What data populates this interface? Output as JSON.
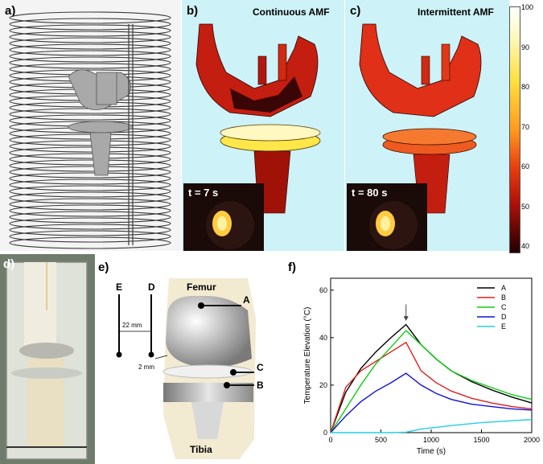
{
  "panels": {
    "a": {
      "label": "a)"
    },
    "b": {
      "label": "b)",
      "title": "Continuous AMF",
      "inset_time": "t = 7 s"
    },
    "c": {
      "label": "c)",
      "title": "Intermittent AMF",
      "inset_time": "t = 80 s"
    },
    "d": {
      "label": "d)"
    },
    "e": {
      "label": "e)",
      "femur": "Femur",
      "tibia": "Tibia",
      "dist1": "22 mm",
      "dist2": "2 mm",
      "probes": [
        "E",
        "D",
        "A",
        "C",
        "B"
      ]
    },
    "f": {
      "label": "f)"
    }
  },
  "colorbar": {
    "ticks": [
      "100",
      "90",
      "80",
      "70",
      "60",
      "50",
      "40"
    ]
  },
  "chart_data": {
    "type": "line",
    "xlabel": "Time (s)",
    "ylabel": "Temperature Elevation (°C)",
    "xlim": [
      0,
      2000
    ],
    "ylim": [
      0,
      65
    ],
    "xticks": [
      "0",
      "500",
      "1000",
      "1500",
      "2000"
    ],
    "yticks": [
      "0",
      "20",
      "40",
      "60"
    ],
    "legend_position": "top-right",
    "series": [
      {
        "name": "A",
        "color": "#000000",
        "x": [
          0,
          150,
          300,
          450,
          600,
          750,
          900,
          1050,
          1200,
          1400,
          1600,
          1800,
          2000
        ],
        "y": [
          0,
          17,
          27,
          34,
          40,
          45.5,
          37,
          31,
          26,
          21.5,
          18,
          15,
          12.5
        ]
      },
      {
        "name": "B",
        "color": "#e02020",
        "x": [
          0,
          150,
          300,
          450,
          600,
          750,
          900,
          1050,
          1200,
          1400,
          1600,
          1800,
          2000
        ],
        "y": [
          0,
          19,
          26,
          30,
          34,
          38,
          26,
          21,
          17.5,
          14.5,
          12.5,
          11,
          10
        ]
      },
      {
        "name": "C",
        "color": "#10cc10",
        "x": [
          0,
          150,
          300,
          450,
          600,
          750,
          900,
          1050,
          1200,
          1400,
          1600,
          1800,
          2000
        ],
        "y": [
          0,
          10,
          20,
          29,
          36,
          43,
          37,
          31,
          26,
          22,
          19,
          16,
          14
        ]
      },
      {
        "name": "D",
        "color": "#1010dd",
        "x": [
          0,
          150,
          300,
          450,
          600,
          750,
          900,
          1050,
          1200,
          1400,
          1600,
          1800,
          2000
        ],
        "y": [
          0,
          7,
          13,
          17.5,
          21,
          25,
          20,
          16.5,
          14,
          12,
          11,
          10,
          9.5
        ]
      },
      {
        "name": "E",
        "color": "#20d0e0",
        "x": [
          0,
          300,
          600,
          750,
          900,
          1200,
          1500,
          1800,
          2000
        ],
        "y": [
          0,
          0,
          0,
          0.2,
          1.5,
          3,
          4.2,
          5,
          5.5
        ]
      }
    ],
    "annotation": "arrow at 750 s"
  }
}
